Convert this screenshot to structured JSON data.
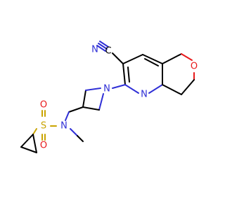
{
  "molecule": {
    "atoms": {
      "cyano_c": "C",
      "cyano_n": "N",
      "pyran_o": "O",
      "pyridine_n": "N",
      "azetidine_n": "N",
      "amine_n": "N",
      "sulfur": "S",
      "sulfonyl_o_top": "O",
      "sulfonyl_o_bottom": "O"
    }
  }
}
